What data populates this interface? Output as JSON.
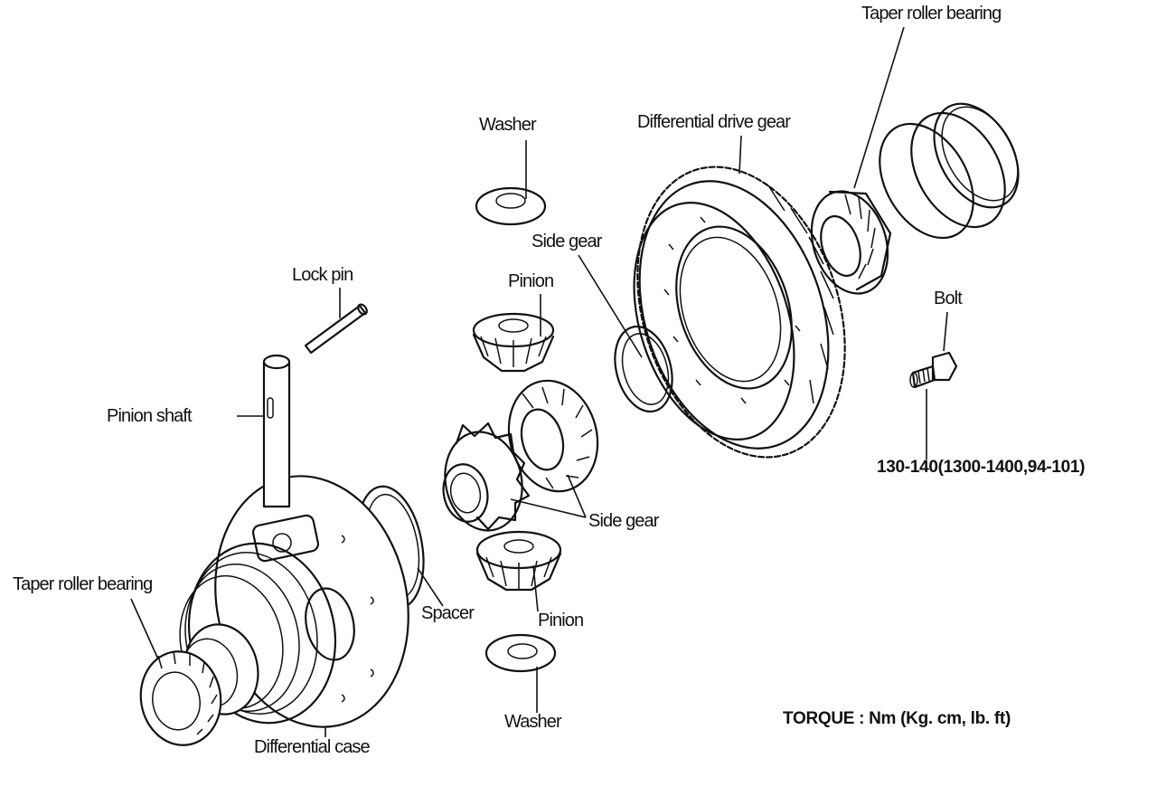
{
  "labels": {
    "taper_roller_bearing_top": "Taper roller bearing",
    "washer_top": "Washer",
    "differential_drive_gear": "Differential drive gear",
    "side_gear_upper": "Side gear",
    "pinion_upper": "Pinion",
    "lock_pin": "Lock pin",
    "bolt": "Bolt",
    "pinion_shaft": "Pinion shaft",
    "bolt_torque": "130-140(1300-1400,94-101)",
    "side_gear_lower": "Side gear",
    "taper_roller_bearing_left": "Taper roller bearing",
    "spacer": "Spacer",
    "pinion_lower": "Pinion",
    "washer_bottom": "Washer",
    "torque_units": "TORQUE : Nm (Kg. cm, lb. ft)",
    "differential_case": "Differential case"
  }
}
